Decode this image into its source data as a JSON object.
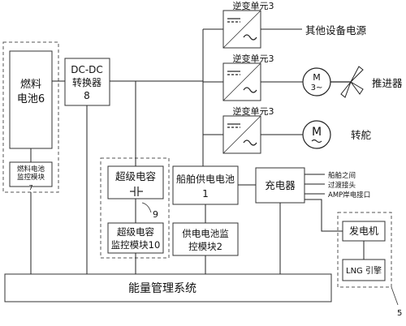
{
  "blocks": {
    "fuel_cell": [
      "燃料",
      "电池6"
    ],
    "fuel_cell_monitor": [
      "燃料电池",
      "监控模块",
      "7"
    ],
    "dcdc": [
      "DC-DC",
      "转换器",
      "8"
    ],
    "supercap": "超级电容",
    "supercap_monitor": [
      "超级电容",
      "监控模块10"
    ],
    "label_9": "9",
    "ship_battery": [
      "船舶供电电池",
      "1"
    ],
    "battery_monitor": [
      "供电电池监",
      "控模块2"
    ],
    "charger": "充电器",
    "generator": "发电机",
    "lng_engine": "LNG 引擎",
    "label_5": "5",
    "ems": "能量管理系统"
  },
  "inverters": [
    {
      "label": "逆变单元3",
      "target": "其他设备电源"
    },
    {
      "label": "逆变单元3",
      "target": "推进器"
    },
    {
      "label": "逆变单元3",
      "target": "转舵"
    }
  ],
  "motor_symbols": [
    "M\n3~",
    "M\n~"
  ],
  "charger_inputs": [
    "船舶之间",
    "过渡接头",
    "AMP岸电接口"
  ],
  "icons": [
    "propeller-icon",
    "motor-icon",
    "capacitor-icon",
    "inverter-icon"
  ]
}
